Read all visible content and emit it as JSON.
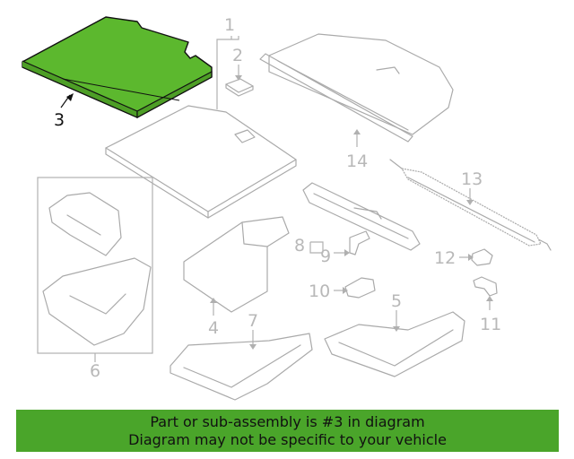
{
  "callouts": {
    "c1": "1",
    "c2": "2",
    "c3": "3",
    "c4": "4",
    "c5": "5",
    "c6": "6",
    "c7": "7",
    "c8": "8",
    "c9": "9",
    "c10": "10",
    "c11": "11",
    "c12": "12",
    "c13": "13",
    "c14": "14"
  },
  "highlight": {
    "part_number": "3",
    "color": "#5cb82e"
  },
  "banner": {
    "line1": "Part or sub-assembly is #3 in diagram",
    "line2": "Diagram may not be specific to your vehicle",
    "color": "#4aa52a"
  }
}
